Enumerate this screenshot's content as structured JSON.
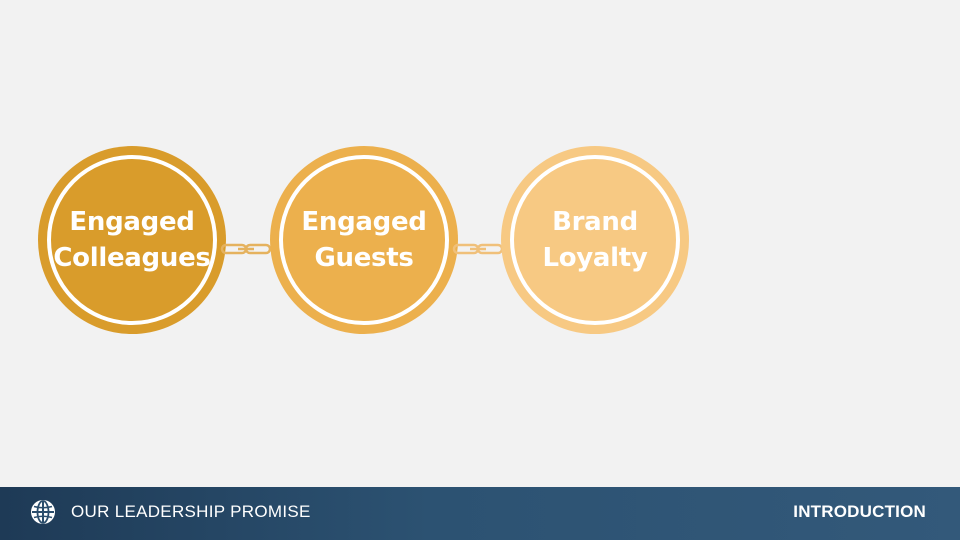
{
  "chain": {
    "circles": [
      {
        "label": "Engaged\nColleagues",
        "color": "#d99c2b"
      },
      {
        "label": "Engaged\nGuests",
        "color": "#ecb04d"
      },
      {
        "label": "Brand\nLoyalty",
        "color": "#f7c983"
      }
    ],
    "link_color": "#e2ad55"
  },
  "footer": {
    "title": "OUR LEADERSHIP PROMISE",
    "section": "INTRODUCTION",
    "icon": "globe-icon"
  }
}
